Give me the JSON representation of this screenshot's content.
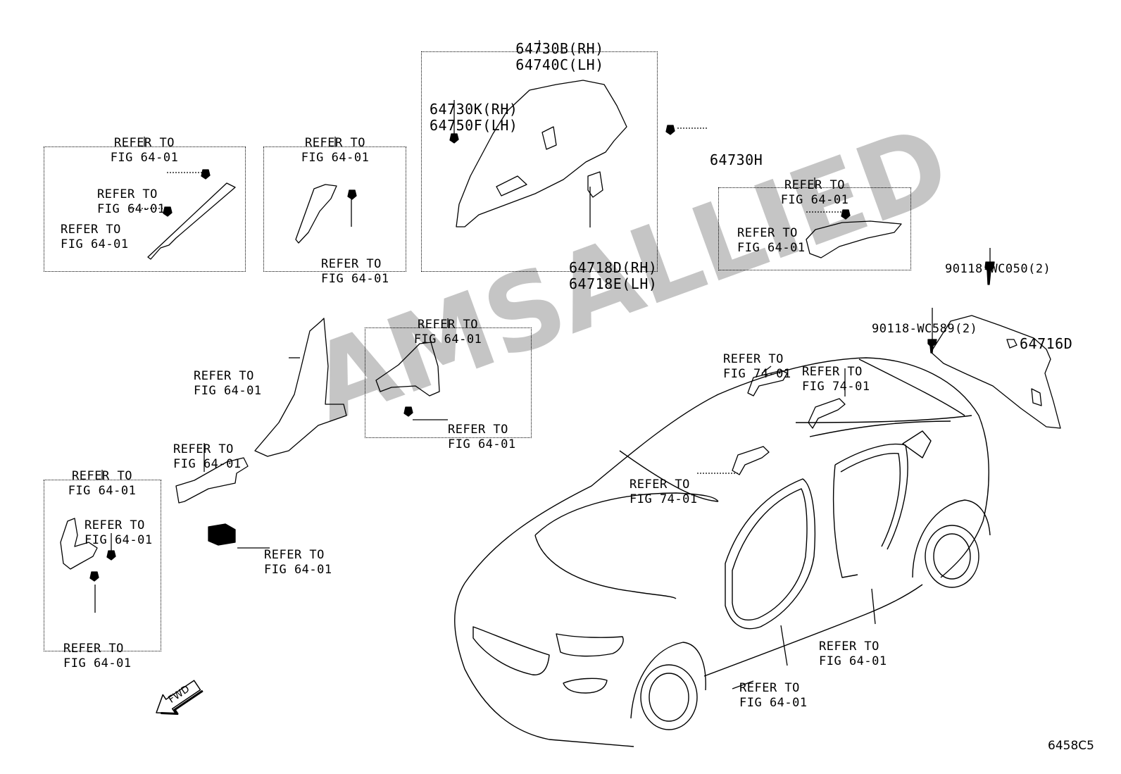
{
  "watermark": "AMSALLIED",
  "figure_code": "6458C5",
  "fwd_label": "FWD",
  "refer_to": "REFER TO",
  "fig_64": "FIG 64-01",
  "fig_74": "FIG 74-01",
  "parts": {
    "p64730B": "64730B(RH)",
    "p64740C": "64740C(LH)",
    "p64730K": "64730K(RH)",
    "p64750F": "64750F(LH)",
    "p64718D": "64718D(RH)",
    "p64718E": "64718E(LH)",
    "p64730H": "64730H",
    "p90118_WC050": "90118-WC050(2)",
    "p90118_WC589": "90118-WC589(2)",
    "p64716D": "64716D"
  }
}
